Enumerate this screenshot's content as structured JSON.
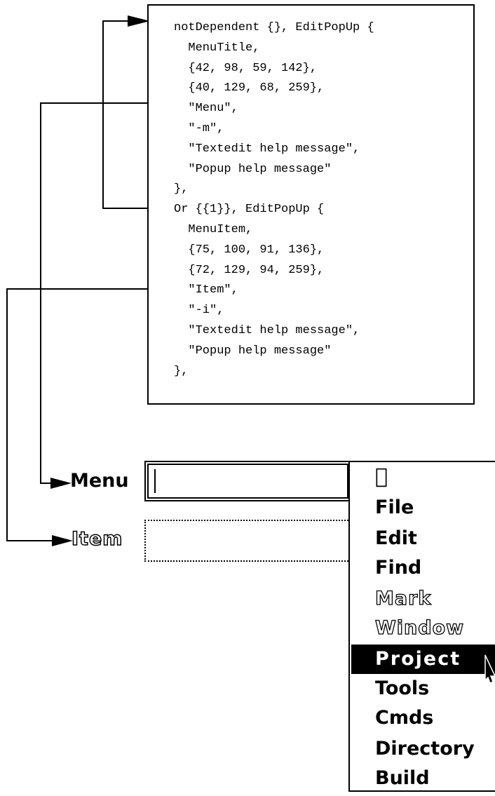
{
  "code_block": {
    "lines": [
      "notDependent {}, EditPopUp {",
      "  MenuTitle,",
      "  {42, 98, 59, 142},",
      "  {40, 129, 68, 259},",
      "  \"Menu\",",
      "  \"-m\",",
      "  \"Textedit help message\",",
      "  \"Popup help message\"",
      "},",
      "Or {{1}}, EditPopUp {",
      "  MenuItem,",
      "  {75, 100, 91, 136},",
      "  {72, 129, 94, 259},",
      "  \"Item\",",
      "  \"-i\",",
      "  \"Textedit help message\",",
      "  \"Popup help message\"",
      "},"
    ]
  },
  "fields": {
    "menu_label": "Menu",
    "item_label": "Item",
    "menu_value": "",
    "item_value": ""
  },
  "menu": {
    "items": [
      {
        "label": "",
        "icon": "apple-icon",
        "state": "normal"
      },
      {
        "label": "File",
        "state": "normal"
      },
      {
        "label": "Edit",
        "state": "normal"
      },
      {
        "label": "Find",
        "state": "normal"
      },
      {
        "label": "Mark",
        "state": "disabled"
      },
      {
        "label": "Window",
        "state": "disabled"
      },
      {
        "label": "Project",
        "state": "selected"
      },
      {
        "label": "Tools",
        "state": "normal"
      },
      {
        "label": "Cmds",
        "state": "normal"
      },
      {
        "label": "Directory",
        "state": "normal"
      },
      {
        "label": "Build",
        "state": "normal"
      }
    ]
  },
  "colors": {
    "ink": "#000000",
    "paper": "#ffffff",
    "highlight": "#000000"
  }
}
